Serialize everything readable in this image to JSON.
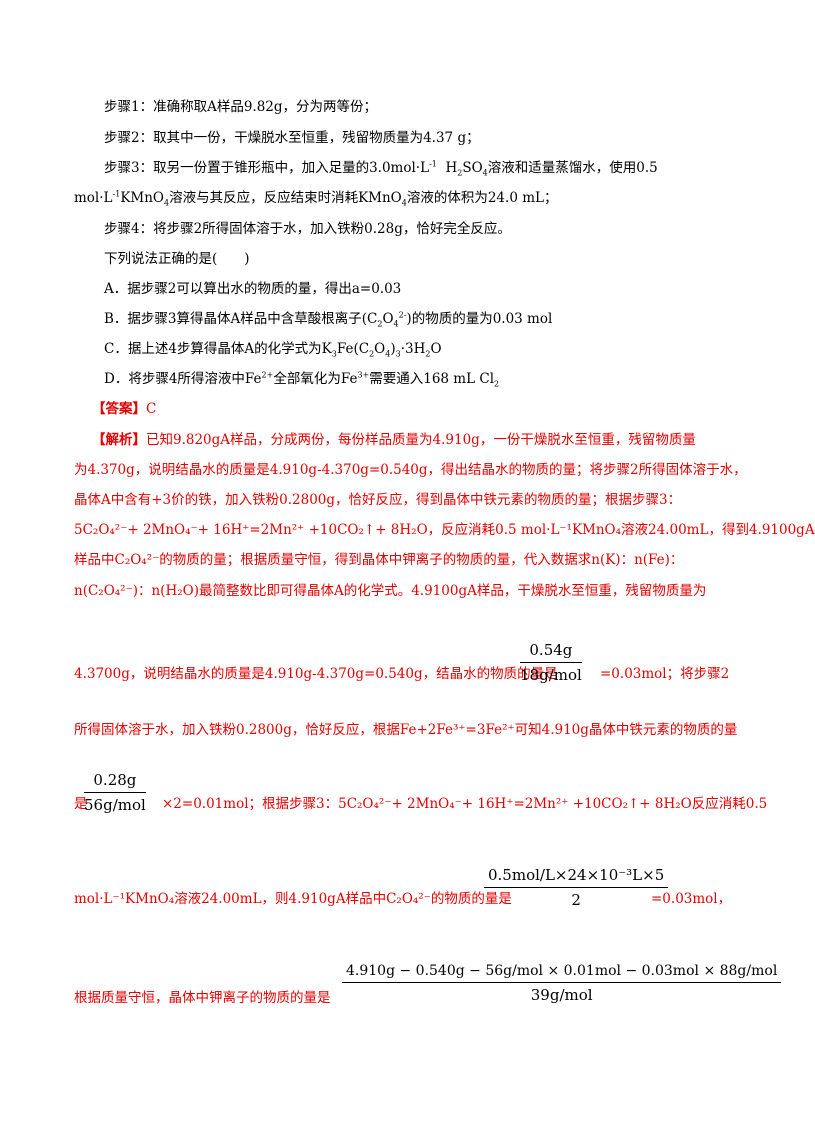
{
  "steps": {
    "s1": "步骤1：准确称取A样品9.82g，分为两等份；",
    "s2": "步骤2：取其中一份，干燥脱水至恒重，残留物质量为4.37 g；",
    "s3a": "步骤3：取另一份置于锥形瓶中，加入足量的3.0mol·L",
    "s3b": "H",
    "s3c": "SO",
    "s3d": "溶液和适量蒸馏水，使用0.5",
    "s3e": "mol·L",
    "s3f": "KMnO",
    "s3g": "溶液与其反应，反应结束时消耗KMnO",
    "s3h": "溶液的体积为24.0 mL；",
    "s4": "步骤4：将步骤2所得固体溶于水，加入铁粉0.28g，恰好完全反应。"
  },
  "question": "下列说法正确的是(　　)",
  "options": {
    "A": "A．据步骤2可以算出水的物质的量，得出a=0.03",
    "B1": "B．据步骤3算得晶体A样品中含草酸根离子(C",
    "B2": "O",
    "B3": ")的物质的量为0.03 mol",
    "C1": "C．据上述4步算得晶体A的化学式为K",
    "C2": "Fe(C",
    "C3": "O",
    "C4": ")",
    "C5": "·3H",
    "C6": "O",
    "D1": "D．将步骤4所得溶液中Fe",
    "D2": "全部氧化为Fe",
    "D3": "需要通入168 mL Cl"
  },
  "answer": {
    "label": "【答案】",
    "value": "C"
  },
  "analysis": {
    "label": "【解析】",
    "l1": "已知9.820gA样品，分成两份，每份样品质量为4.910g，一份干燥脱水至恒重，残留物质量",
    "l2": "为4.370g，说明结晶水的质量是4.910g-4.370g=0.540g，得出结晶水的物质的量；将步骤2所得固体溶于水，",
    "l3": "晶体A中含有+3价的铁，加入铁粉0.2800g，恰好反应，得到晶体中铁元素的物质的量；根据步骤3：",
    "l4": "5C₂O₄²⁻+ 2MnO₄⁻+ 16H⁺=2Mn²⁺ +10CO₂↑+ 8H₂O，反应消耗0.5 mol·L⁻¹KMnO₄溶液24.00mL，得到4.9100gA",
    "l5": "样品中C₂O₄²⁻的物质的量；根据质量守恒，得到晶体中钾离子的物质的量，代入数据求n(K)：n(Fe)：",
    "l6": "n(C₂O₄²⁻)：n(H₂O)最简整数比即可得晶体A的化学式。4.9100gA样品，干燥脱水至恒重，残留物质量为",
    "l7a": "4.3700g，说明结晶水的质量是4.910g-4.370g=0.540g，结晶水的物质的量是",
    "l7b": "=0.03mol；将步骤2",
    "l8": "所得固体溶于水，加入铁粉0.2800g，恰好反应，根据Fe+2Fe³⁺=3Fe²⁺可知4.910g晶体中铁元素的物质的量",
    "l9a": "是",
    "l9b": "×2=0.01mol；根据步骤3：5C₂O₄²⁻+ 2MnO₄⁻+ 16H⁺=2Mn²⁺ +10CO₂↑+ 8H₂O反应消耗0.5",
    "l10a": "mol·L⁻¹KMnO₄溶液24.00mL，则4.910gA样品中C₂O₄²⁻的物质的量是",
    "l10b": "=0.03mol，",
    "l11": "根据质量守恒，晶体中钾离子的物质的量是"
  },
  "fractions": {
    "f1_num": "0.54g",
    "f1_den": "18g/mol",
    "f2_num": "0.28g",
    "f2_den": "56g/mol",
    "f3_num": "0.5mol/L×24×10⁻³L×5",
    "f3_den": "2",
    "f4_num": "4.910g − 0.540g − 56g/mol × 0.01mol − 0.03mol × 88g/mol",
    "f4_den": "39g/mol"
  },
  "colors": {
    "analysis": "#e60000",
    "body": "#000000"
  }
}
